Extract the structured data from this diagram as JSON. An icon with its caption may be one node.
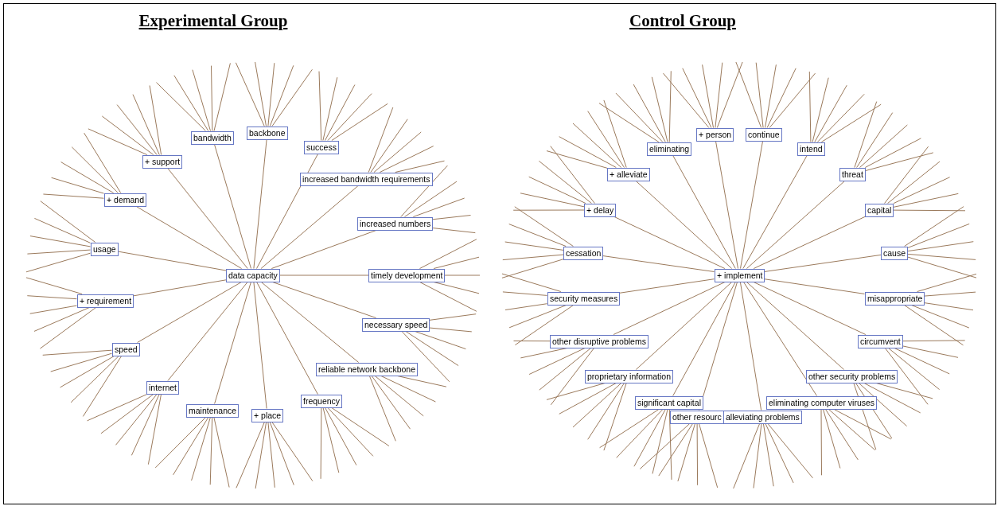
{
  "diagram": {
    "nodes": [
      {
        "text": [
          "data capacity"
        ]
      },
      {
        "text": [
          "bandwidth"
        ]
      },
      {
        "text": [
          "backbone"
        ]
      },
      {
        "text": [
          "success"
        ]
      },
      {
        "text": [
          "+ support"
        ]
      },
      {
        "text": [
          "increased bandwidth requirements"
        ]
      },
      {
        "text": [
          "+ demand"
        ]
      },
      {
        "text": [
          "increased numbers"
        ]
      },
      {
        "text": [
          "usage"
        ]
      },
      {
        "text": [
          "timely development"
        ]
      },
      {
        "text": [
          "+ requirement"
        ]
      },
      {
        "text": [
          "necessary speed"
        ]
      },
      {
        "text": [
          "speed"
        ]
      },
      {
        "text": [
          "reliable network backbone"
        ]
      },
      {
        "text": [
          "internet"
        ]
      },
      {
        "text": [
          "frequency"
        ]
      },
      {
        "text": [
          "maintenance"
        ]
      },
      {
        "text": [
          "+ place"
        ]
      },
      {
        "text": [
          "+ implement"
        ]
      },
      {
        "text": [
          "+ person"
        ]
      },
      {
        "text": [
          "continue"
        ]
      },
      {
        "text": [
          "eliminating"
        ]
      },
      {
        "text": [
          "intend"
        ]
      },
      {
        "text": [
          "+ alleviate"
        ]
      },
      {
        "text": [
          "threat"
        ]
      },
      {
        "text": [
          "+ delay"
        ]
      },
      {
        "text": [
          "capital"
        ]
      },
      {
        "text": [
          "cessation"
        ]
      },
      {
        "text": [
          "cause"
        ]
      },
      {
        "text": [
          "security measures"
        ]
      },
      {
        "text": [
          "misappropriate"
        ]
      },
      {
        "text": [
          "other disruptive problems"
        ]
      },
      {
        "text": [
          "circumvent"
        ]
      },
      {
        "text": [
          "proprietary information"
        ]
      },
      {
        "text": [
          "other security problems"
        ]
      },
      {
        "text": [
          "significant capital"
        ]
      },
      {
        "text": [
          "eliminating computer viruses"
        ]
      },
      {
        "text": [
          "other resourc"
        ]
      },
      {
        "text": [
          "alleviating problems"
        ]
      }
    ],
    "edges": [
      {
        "from": 0,
        "to": 1,
        "arrow": "none"
      },
      {
        "from": 0,
        "to": 2,
        "arrow": "none"
      },
      {
        "from": 0,
        "to": 3,
        "arrow": "none"
      },
      {
        "from": 0,
        "to": 4,
        "arrow": "none"
      },
      {
        "from": 0,
        "to": 5,
        "arrow": "none"
      },
      {
        "from": 0,
        "to": 6,
        "arrow": "none"
      },
      {
        "from": 0,
        "to": 7,
        "arrow": "none"
      },
      {
        "from": 0,
        "to": 8,
        "arrow": "none"
      },
      {
        "from": 0,
        "to": 9,
        "arrow": "none"
      },
      {
        "from": 0,
        "to": 10,
        "arrow": "none"
      },
      {
        "from": 0,
        "to": 11,
        "arrow": "none"
      },
      {
        "from": 0,
        "to": 12,
        "arrow": "none"
      },
      {
        "from": 0,
        "to": 13,
        "arrow": "none"
      },
      {
        "from": 0,
        "to": 14,
        "arrow": "none"
      },
      {
        "from": 0,
        "to": 15,
        "arrow": "none"
      },
      {
        "from": 0,
        "to": 16,
        "arrow": "none"
      },
      {
        "from": 0,
        "to": 17,
        "arrow": "none"
      },
      {
        "from": 18,
        "to": 19,
        "arrow": "none"
      },
      {
        "from": 18,
        "to": 20,
        "arrow": "none"
      },
      {
        "from": 18,
        "to": 21,
        "arrow": "none"
      },
      {
        "from": 18,
        "to": 22,
        "arrow": "none"
      },
      {
        "from": 18,
        "to": 23,
        "arrow": "none"
      },
      {
        "from": 18,
        "to": 24,
        "arrow": "none"
      },
      {
        "from": 18,
        "to": 25,
        "arrow": "none"
      },
      {
        "from": 18,
        "to": 26,
        "arrow": "none"
      },
      {
        "from": 18,
        "to": 27,
        "arrow": "none"
      },
      {
        "from": 18,
        "to": 28,
        "arrow": "none"
      },
      {
        "from": 18,
        "to": 29,
        "arrow": "none"
      },
      {
        "from": 18,
        "to": 30,
        "arrow": "none"
      },
      {
        "from": 18,
        "to": 31,
        "arrow": "none"
      },
      {
        "from": 18,
        "to": 32,
        "arrow": "none"
      },
      {
        "from": 18,
        "to": 33,
        "arrow": "none"
      },
      {
        "from": 18,
        "to": 34,
        "arrow": "none"
      },
      {
        "from": 18,
        "to": 35,
        "arrow": "none"
      },
      {
        "from": 18,
        "to": 36,
        "arrow": "none"
      },
      {
        "from": 18,
        "to": 37,
        "arrow": "none"
      },
      {
        "from": 18,
        "to": 38,
        "arrow": "none"
      },
      {
        "from": 1,
        "to": null,
        "arrow": "none"
      },
      {
        "from": 1,
        "to": null,
        "arrow": "none"
      },
      {
        "from": 1,
        "to": null,
        "arrow": "none"
      },
      {
        "from": 1,
        "to": null,
        "arrow": "none"
      },
      {
        "from": 1,
        "to": null,
        "arrow": "none"
      },
      {
        "from": 2,
        "to": null,
        "arrow": "none"
      },
      {
        "from": 2,
        "to": null,
        "arrow": "none"
      },
      {
        "from": 2,
        "to": null,
        "arrow": "none"
      },
      {
        "from": 2,
        "to": null,
        "arrow": "none"
      },
      {
        "from": 2,
        "to": null,
        "arrow": "none"
      },
      {
        "from": 3,
        "to": null,
        "arrow": "none"
      },
      {
        "from": 3,
        "to": null,
        "arrow": "none"
      },
      {
        "from": 3,
        "to": null,
        "arrow": "none"
      },
      {
        "from": 3,
        "to": null,
        "arrow": "none"
      },
      {
        "from": 3,
        "to": null,
        "arrow": "none"
      },
      {
        "from": 4,
        "to": null,
        "arrow": "none"
      },
      {
        "from": 4,
        "to": null,
        "arrow": "none"
      },
      {
        "from": 4,
        "to": null,
        "arrow": "none"
      },
      {
        "from": 4,
        "to": null,
        "arrow": "none"
      },
      {
        "from": 4,
        "to": null,
        "arrow": "none"
      },
      {
        "from": 5,
        "to": null,
        "arrow": "none"
      },
      {
        "from": 5,
        "to": null,
        "arrow": "none"
      },
      {
        "from": 5,
        "to": null,
        "arrow": "none"
      },
      {
        "from": 5,
        "to": null,
        "arrow": "none"
      },
      {
        "from": 5,
        "to": null,
        "arrow": "none"
      },
      {
        "from": 6,
        "to": null,
        "arrow": "none"
      },
      {
        "from": 6,
        "to": null,
        "arrow": "none"
      },
      {
        "from": 6,
        "to": null,
        "arrow": "none"
      },
      {
        "from": 6,
        "to": null,
        "arrow": "none"
      },
      {
        "from": 6,
        "to": null,
        "arrow": "none"
      },
      {
        "from": 7,
        "to": null,
        "arrow": "none"
      },
      {
        "from": 7,
        "to": null,
        "arrow": "none"
      },
      {
        "from": 7,
        "to": null,
        "arrow": "none"
      },
      {
        "from": 7,
        "to": null,
        "arrow": "none"
      },
      {
        "from": 7,
        "to": null,
        "arrow": "none"
      },
      {
        "from": 8,
        "to": null,
        "arrow": "none"
      },
      {
        "from": 8,
        "to": null,
        "arrow": "none"
      },
      {
        "from": 8,
        "to": null,
        "arrow": "none"
      },
      {
        "from": 8,
        "to": null,
        "arrow": "none"
      },
      {
        "from": 8,
        "to": null,
        "arrow": "none"
      },
      {
        "from": 9,
        "to": null,
        "arrow": "none"
      },
      {
        "from": 9,
        "to": null,
        "arrow": "none"
      },
      {
        "from": 9,
        "to": null,
        "arrow": "none"
      },
      {
        "from": 9,
        "to": null,
        "arrow": "none"
      },
      {
        "from": 9,
        "to": null,
        "arrow": "none"
      },
      {
        "from": 10,
        "to": null,
        "arrow": "none"
      },
      {
        "from": 10,
        "to": null,
        "arrow": "none"
      },
      {
        "from": 10,
        "to": null,
        "arrow": "none"
      },
      {
        "from": 10,
        "to": null,
        "arrow": "none"
      },
      {
        "from": 10,
        "to": null,
        "arrow": "none"
      },
      {
        "from": 11,
        "to": null,
        "arrow": "none"
      },
      {
        "from": 11,
        "to": null,
        "arrow": "none"
      },
      {
        "from": 11,
        "to": null,
        "arrow": "none"
      },
      {
        "from": 11,
        "to": null,
        "arrow": "none"
      },
      {
        "from": 11,
        "to": null,
        "arrow": "none"
      },
      {
        "from": 12,
        "to": null,
        "arrow": "none"
      },
      {
        "from": 12,
        "to": null,
        "arrow": "none"
      },
      {
        "from": 12,
        "to": null,
        "arrow": "none"
      },
      {
        "from": 12,
        "to": null,
        "arrow": "none"
      },
      {
        "from": 12,
        "to": null,
        "arrow": "none"
      },
      {
        "from": 13,
        "to": null,
        "arrow": "none"
      },
      {
        "from": 13,
        "to": null,
        "arrow": "none"
      },
      {
        "from": 13,
        "to": null,
        "arrow": "none"
      },
      {
        "from": 13,
        "to": null,
        "arrow": "none"
      },
      {
        "from": 13,
        "to": null,
        "arrow": "none"
      },
      {
        "from": 14,
        "to": null,
        "arrow": "none"
      },
      {
        "from": 14,
        "to": null,
        "arrow": "none"
      },
      {
        "from": 14,
        "to": null,
        "arrow": "none"
      },
      {
        "from": 14,
        "to": null,
        "arrow": "none"
      },
      {
        "from": 14,
        "to": null,
        "arrow": "none"
      },
      {
        "from": 15,
        "to": null,
        "arrow": "none"
      },
      {
        "from": 15,
        "to": null,
        "arrow": "none"
      },
      {
        "from": 15,
        "to": null,
        "arrow": "none"
      },
      {
        "from": 15,
        "to": null,
        "arrow": "none"
      },
      {
        "from": 15,
        "to": null,
        "arrow": "none"
      },
      {
        "from": 16,
        "to": null,
        "arrow": "none"
      },
      {
        "from": 16,
        "to": null,
        "arrow": "none"
      },
      {
        "from": 16,
        "to": null,
        "arrow": "none"
      },
      {
        "from": 16,
        "to": null,
        "arrow": "none"
      },
      {
        "from": 16,
        "to": null,
        "arrow": "none"
      },
      {
        "from": 17,
        "to": null,
        "arrow": "none"
      },
      {
        "from": 17,
        "to": null,
        "arrow": "none"
      },
      {
        "from": 17,
        "to": null,
        "arrow": "none"
      },
      {
        "from": 17,
        "to": null,
        "arrow": "none"
      },
      {
        "from": 17,
        "to": null,
        "arrow": "none"
      },
      {
        "from": 19,
        "to": null,
        "arrow": "none"
      },
      {
        "from": 19,
        "to": null,
        "arrow": "none"
      },
      {
        "from": 19,
        "to": null,
        "arrow": "none"
      },
      {
        "from": 19,
        "to": null,
        "arrow": "none"
      },
      {
        "from": 19,
        "to": null,
        "arrow": "none"
      },
      {
        "from": 20,
        "to": null,
        "arrow": "none"
      },
      {
        "from": 20,
        "to": null,
        "arrow": "none"
      },
      {
        "from": 20,
        "to": null,
        "arrow": "none"
      },
      {
        "from": 20,
        "to": null,
        "arrow": "none"
      },
      {
        "from": 20,
        "to": null,
        "arrow": "none"
      },
      {
        "from": 21,
        "to": null,
        "arrow": "none"
      },
      {
        "from": 21,
        "to": null,
        "arrow": "none"
      },
      {
        "from": 21,
        "to": null,
        "arrow": "none"
      },
      {
        "from": 21,
        "to": null,
        "arrow": "none"
      },
      {
        "from": 21,
        "to": null,
        "arrow": "none"
      },
      {
        "from": 22,
        "to": null,
        "arrow": "none"
      },
      {
        "from": 22,
        "to": null,
        "arrow": "none"
      },
      {
        "from": 22,
        "to": null,
        "arrow": "none"
      },
      {
        "from": 22,
        "to": null,
        "arrow": "none"
      },
      {
        "from": 22,
        "to": null,
        "arrow": "none"
      },
      {
        "from": 23,
        "to": null,
        "arrow": "none"
      },
      {
        "from": 23,
        "to": null,
        "arrow": "none"
      },
      {
        "from": 23,
        "to": null,
        "arrow": "none"
      },
      {
        "from": 23,
        "to": null,
        "arrow": "none"
      },
      {
        "from": 23,
        "to": null,
        "arrow": "none"
      },
      {
        "from": 24,
        "to": null,
        "arrow": "none"
      },
      {
        "from": 24,
        "to": null,
        "arrow": "none"
      },
      {
        "from": 24,
        "to": null,
        "arrow": "none"
      },
      {
        "from": 24,
        "to": null,
        "arrow": "none"
      },
      {
        "from": 24,
        "to": null,
        "arrow": "none"
      },
      {
        "from": 25,
        "to": null,
        "arrow": "none"
      },
      {
        "from": 25,
        "to": null,
        "arrow": "none"
      },
      {
        "from": 25,
        "to": null,
        "arrow": "none"
      },
      {
        "from": 25,
        "to": null,
        "arrow": "none"
      },
      {
        "from": 25,
        "to": null,
        "arrow": "none"
      },
      {
        "from": 26,
        "to": null,
        "arrow": "none"
      },
      {
        "from": 26,
        "to": null,
        "arrow": "none"
      },
      {
        "from": 26,
        "to": null,
        "arrow": "none"
      },
      {
        "from": 26,
        "to": null,
        "arrow": "none"
      },
      {
        "from": 26,
        "to": null,
        "arrow": "none"
      },
      {
        "from": 27,
        "to": null,
        "arrow": "none"
      },
      {
        "from": 27,
        "to": null,
        "arrow": "none"
      },
      {
        "from": 27,
        "to": null,
        "arrow": "none"
      },
      {
        "from": 27,
        "to": null,
        "arrow": "none"
      },
      {
        "from": 27,
        "to": null,
        "arrow": "none"
      },
      {
        "from": 28,
        "to": null,
        "arrow": "none"
      },
      {
        "from": 28,
        "to": null,
        "arrow": "none"
      },
      {
        "from": 28,
        "to": null,
        "arrow": "none"
      },
      {
        "from": 28,
        "to": null,
        "arrow": "none"
      },
      {
        "from": 28,
        "to": null,
        "arrow": "none"
      },
      {
        "from": 29,
        "to": null,
        "arrow": "none"
      },
      {
        "from": 29,
        "to": null,
        "arrow": "none"
      },
      {
        "from": 29,
        "to": null,
        "arrow": "none"
      },
      {
        "from": 29,
        "to": null,
        "arrow": "none"
      },
      {
        "from": 29,
        "to": null,
        "arrow": "none"
      },
      {
        "from": 30,
        "to": null,
        "arrow": "none"
      },
      {
        "from": 30,
        "to": null,
        "arrow": "none"
      },
      {
        "from": 30,
        "to": null,
        "arrow": "none"
      },
      {
        "from": 30,
        "to": null,
        "arrow": "none"
      },
      {
        "from": 30,
        "to": null,
        "arrow": "none"
      },
      {
        "from": 31,
        "to": null,
        "arrow": "none"
      },
      {
        "from": 31,
        "to": null,
        "arrow": "none"
      },
      {
        "from": 31,
        "to": null,
        "arrow": "none"
      },
      {
        "from": 31,
        "to": null,
        "arrow": "none"
      },
      {
        "from": 31,
        "to": null,
        "arrow": "none"
      },
      {
        "from": 32,
        "to": null,
        "arrow": "none"
      },
      {
        "from": 32,
        "to": null,
        "arrow": "none"
      },
      {
        "from": 32,
        "to": null,
        "arrow": "none"
      },
      {
        "from": 32,
        "to": null,
        "arrow": "none"
      },
      {
        "from": 32,
        "to": null,
        "arrow": "none"
      },
      {
        "from": 33,
        "to": null,
        "arrow": "none"
      },
      {
        "from": 33,
        "to": null,
        "arrow": "none"
      },
      {
        "from": 33,
        "to": null,
        "arrow": "none"
      },
      {
        "from": 33,
        "to": null,
        "arrow": "none"
      },
      {
        "from": 33,
        "to": null,
        "arrow": "none"
      },
      {
        "from": 34,
        "to": null,
        "arrow": "none"
      },
      {
        "from": 34,
        "to": null,
        "arrow": "none"
      },
      {
        "from": 34,
        "to": null,
        "arrow": "none"
      },
      {
        "from": 34,
        "to": null,
        "arrow": "none"
      },
      {
        "from": 34,
        "to": null,
        "arrow": "none"
      },
      {
        "from": 35,
        "to": null,
        "arrow": "none"
      },
      {
        "from": 35,
        "to": null,
        "arrow": "none"
      },
      {
        "from": 35,
        "to": null,
        "arrow": "none"
      },
      {
        "from": 35,
        "to": null,
        "arrow": "none"
      },
      {
        "from": 35,
        "to": null,
        "arrow": "none"
      },
      {
        "from": 36,
        "to": null,
        "arrow": "none"
      },
      {
        "from": 36,
        "to": null,
        "arrow": "none"
      },
      {
        "from": 36,
        "to": null,
        "arrow": "none"
      },
      {
        "from": 36,
        "to": null,
        "arrow": "none"
      },
      {
        "from": 36,
        "to": null,
        "arrow": "none"
      },
      {
        "from": 37,
        "to": null,
        "arrow": "none"
      },
      {
        "from": 37,
        "to": null,
        "arrow": "none"
      },
      {
        "from": 37,
        "to": null,
        "arrow": "none"
      },
      {
        "from": 37,
        "to": null,
        "arrow": "none"
      },
      {
        "from": 37,
        "to": null,
        "arrow": "none"
      },
      {
        "from": 38,
        "to": null,
        "arrow": "none"
      },
      {
        "from": 38,
        "to": null,
        "arrow": "none"
      },
      {
        "from": 38,
        "to": null,
        "arrow": "none"
      },
      {
        "from": 38,
        "to": null,
        "arrow": "none"
      },
      {
        "from": 38,
        "to": null,
        "arrow": "none"
      }
    ],
    "labels": [
      "Experimental Group",
      "Control Group"
    ]
  }
}
